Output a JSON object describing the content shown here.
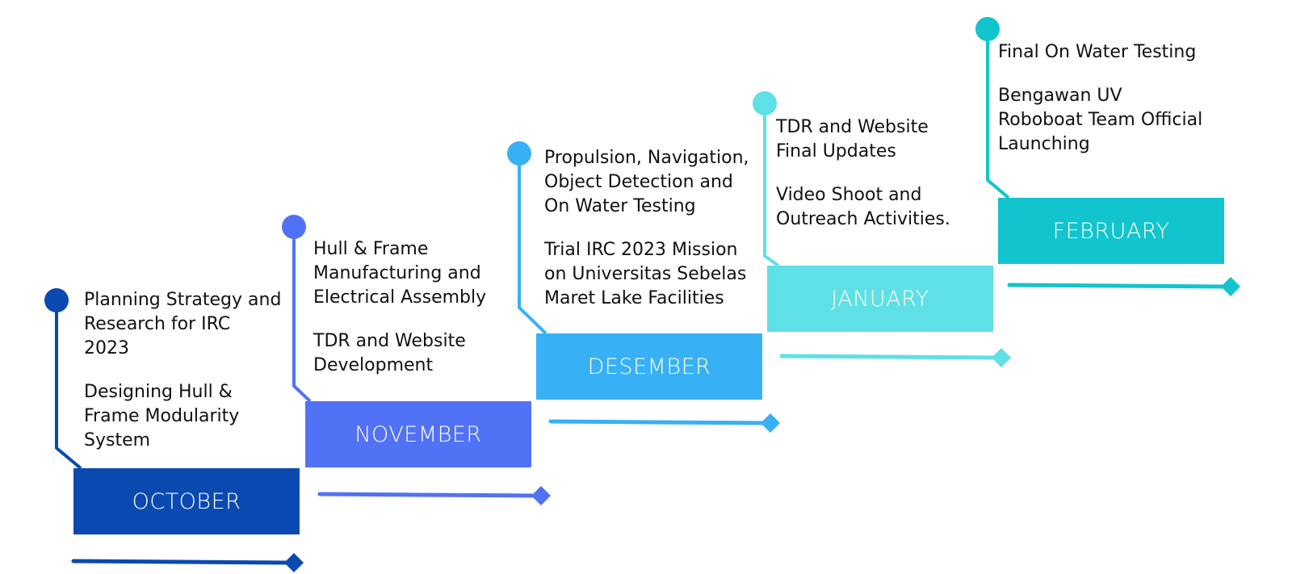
{
  "timeline": {
    "steps": [
      {
        "month": "OCTOBER",
        "color": "#0A4AB0",
        "items": [
          "Planning Strategy and\nResearch for IRC\n2023",
          "Designing Hull &\nFrame Modularity\nSystem"
        ]
      },
      {
        "month": "NOVEMBER",
        "color": "#5272F5",
        "items": [
          "Hull & Frame\nManufacturing and\nElectrical Assembly",
          "TDR and Website\nDevelopment"
        ]
      },
      {
        "month": "DESEMBER",
        "color": "#38B0F5",
        "items": [
          "Propulsion, Navigation,\nObject Detection and\nOn Water Testing",
          "Trial IRC 2023 Mission\non Universitas Sebelas\nMaret Lake Facilities"
        ]
      },
      {
        "month": "JANUARY",
        "color": "#5EE0E6",
        "items": [
          "TDR and Website\nFinal Updates",
          "Video Shoot and\nOutreach Activities."
        ]
      },
      {
        "month": "FEBRUARY",
        "color": "#12C4CE",
        "items": [
          "Final On Water Testing",
          "Bengawan UV\nRoboboat Team Official\nLaunching"
        ]
      }
    ]
  }
}
